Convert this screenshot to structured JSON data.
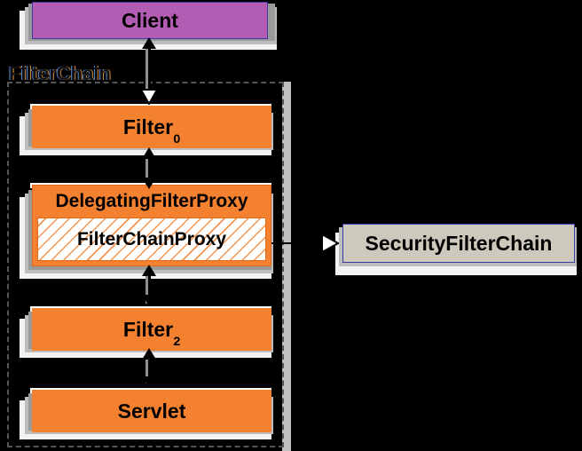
{
  "diagram": {
    "title_label": "FilterChain",
    "nodes": {
      "client": {
        "label": "Client",
        "color": "#b35cb3",
        "border": "#3a3aa0"
      },
      "filter0": {
        "label": "Filter",
        "subscript": "0",
        "color": "#f4812f"
      },
      "delegating_filter_proxy": {
        "label": "DelegatingFilterProxy",
        "color": "#f4812f"
      },
      "filter_chain_proxy": {
        "label": "FilterChainProxy",
        "color": "#ffffff",
        "hatch": "#f4812f"
      },
      "filter2": {
        "label": "Filter",
        "subscript": "2",
        "color": "#f4812f"
      },
      "servlet": {
        "label": "Servlet",
        "color": "#f4812f"
      },
      "security_filter_chain": {
        "label": "SecurityFilterChain",
        "color": "#cdc9bd",
        "border": "#3a3aa0"
      }
    }
  }
}
